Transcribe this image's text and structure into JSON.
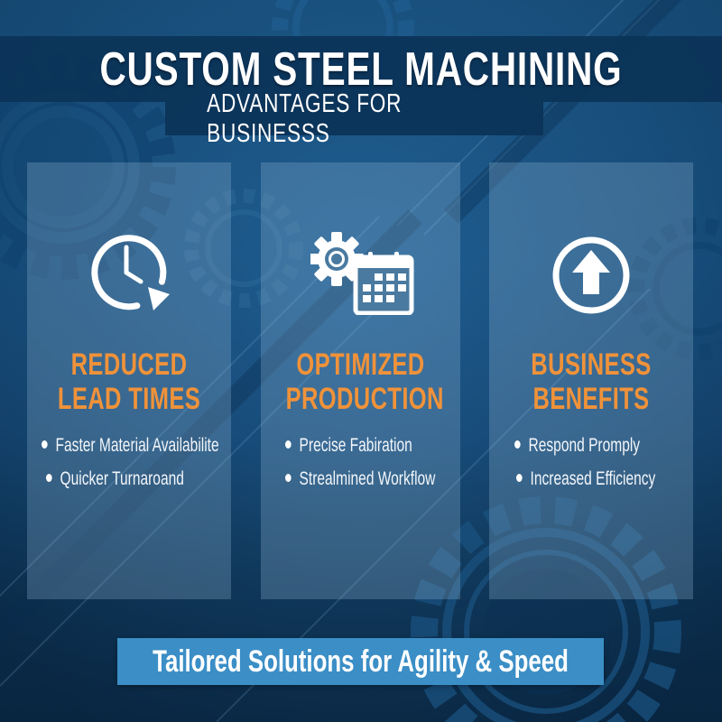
{
  "header": {
    "title": "CUSTOM STEEL MACHINING",
    "subtitle": "ADVANTAGES FOR BUSINESSS"
  },
  "panels": [
    {
      "icon": "clock-refresh-icon",
      "heading_lines": [
        "REDUCED",
        "LEAD TIMES"
      ],
      "bullets": [
        "Faster Material Availabilite",
        "Quicker Turnaroand"
      ]
    },
    {
      "icon": "gear-calendar-icon",
      "heading_lines": [
        "OPTIMIZED",
        "PRODUCTION"
      ],
      "bullets": [
        "Precise Fabiration",
        "Strealmined Workflow"
      ]
    },
    {
      "icon": "arrow-up-circle-icon",
      "heading_lines": [
        "BUSINESS",
        "BENEFITS"
      ],
      "bullets": [
        "Respond Promply",
        "Increased Efficiency"
      ]
    }
  ],
  "footer": {
    "banner_text": "Tailored Solutions for Agility & Speed"
  },
  "colors": {
    "background": "#19568a",
    "title_band": "#0c3459",
    "heading_accent": "#f0923a",
    "banner": "#3b8ec6",
    "text": "#ffffff"
  }
}
